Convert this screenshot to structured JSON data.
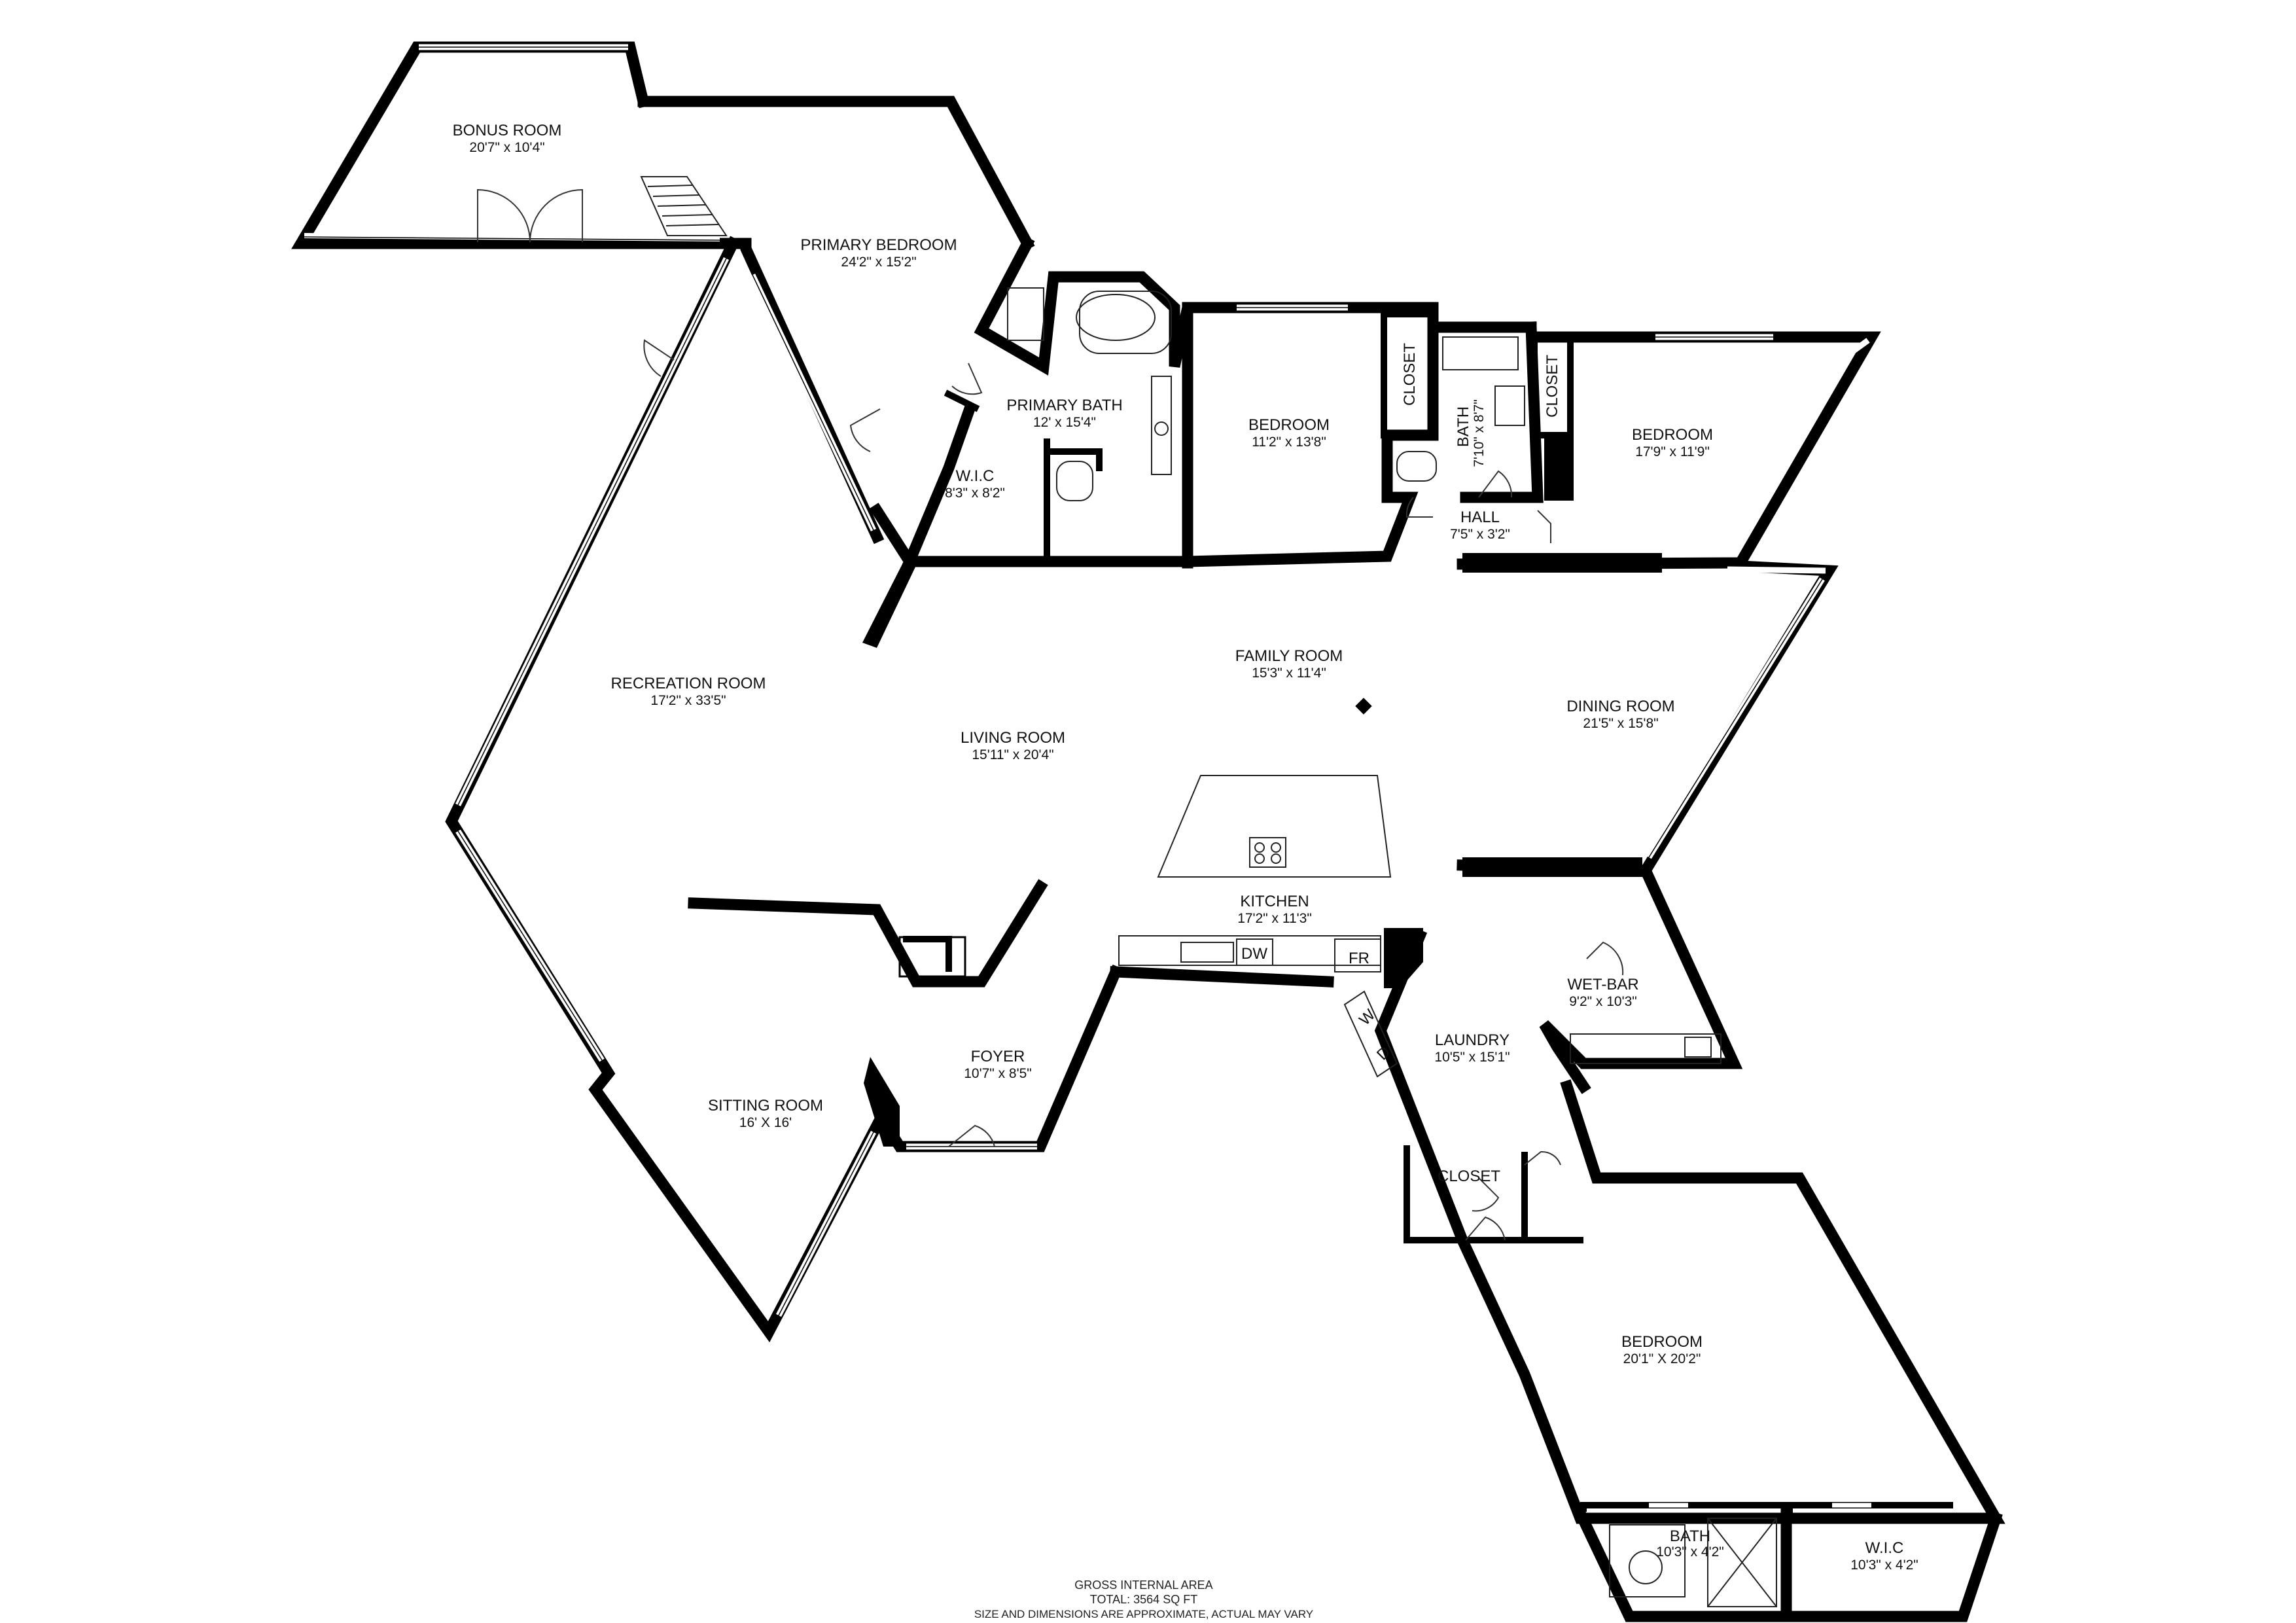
{
  "rooms": [
    {
      "id": "bonus-room",
      "name": "BONUS ROOM",
      "dims": "20'7\" x 10'4\""
    },
    {
      "id": "primary-bedroom",
      "name": "PRIMARY BEDROOM",
      "dims": "24'2\" x 15'2\""
    },
    {
      "id": "primary-bath",
      "name": "PRIMARY BATH",
      "dims": "12' x 15'4\""
    },
    {
      "id": "wic-primary",
      "name": "W.I.C",
      "dims": "8'3\" x 8'2\""
    },
    {
      "id": "bedroom-2",
      "name": "BEDROOM",
      "dims": "11'2\" x 13'8\""
    },
    {
      "id": "bath-hall",
      "name": "BATH",
      "dims": "7'10\" x 8'7\""
    },
    {
      "id": "hall",
      "name": "HALL",
      "dims": "7'5\" x 3'2\""
    },
    {
      "id": "bedroom-3",
      "name": "BEDROOM",
      "dims": "17'9\" x 11'9\""
    },
    {
      "id": "recreation-room",
      "name": "RECREATION ROOM",
      "dims": "17'2\" x 33'5\""
    },
    {
      "id": "family-room",
      "name": "FAMILY ROOM",
      "dims": "15'3\" x 11'4\""
    },
    {
      "id": "living-room",
      "name": "LIVING ROOM",
      "dims": "15'11\" x 20'4\""
    },
    {
      "id": "dining-room",
      "name": "DINING ROOM",
      "dims": "21'5\" x 15'8\""
    },
    {
      "id": "kitchen",
      "name": "KITCHEN",
      "dims": "17'2\" x 11'3\""
    },
    {
      "id": "wet-bar",
      "name": "WET-BAR",
      "dims": "9'2\" x 10'3\""
    },
    {
      "id": "foyer",
      "name": "FOYER",
      "dims": "10'7\" x 8'5\""
    },
    {
      "id": "laundry",
      "name": "LAUNDRY",
      "dims": "10'5\" x 15'1\""
    },
    {
      "id": "sitting-room",
      "name": "SITTING ROOM",
      "dims": "16' X 16'"
    },
    {
      "id": "bedroom-4",
      "name": "BEDROOM",
      "dims": "20'1\" X 20'2\""
    },
    {
      "id": "bath-lower",
      "name": "BATH",
      "dims": "10'3\" x 4'2\""
    },
    {
      "id": "wic-lower",
      "name": "W.I.C",
      "dims": "10'3\" x 4'2\""
    }
  ],
  "labels": {
    "closet_bedroom2": "CLOSET",
    "closet_bedroom3": "CLOSET",
    "closet_laundry": "CLOSET",
    "dishwasher": "DW",
    "fridge": "FR",
    "washer": "W",
    "dryer": "D"
  },
  "footer": {
    "line1": "GROSS INTERNAL AREA",
    "line2": "TOTAL: 3564 SQ FT",
    "line3": "SIZE AND DIMENSIONS ARE APPROXIMATE, ACTUAL MAY VARY"
  }
}
